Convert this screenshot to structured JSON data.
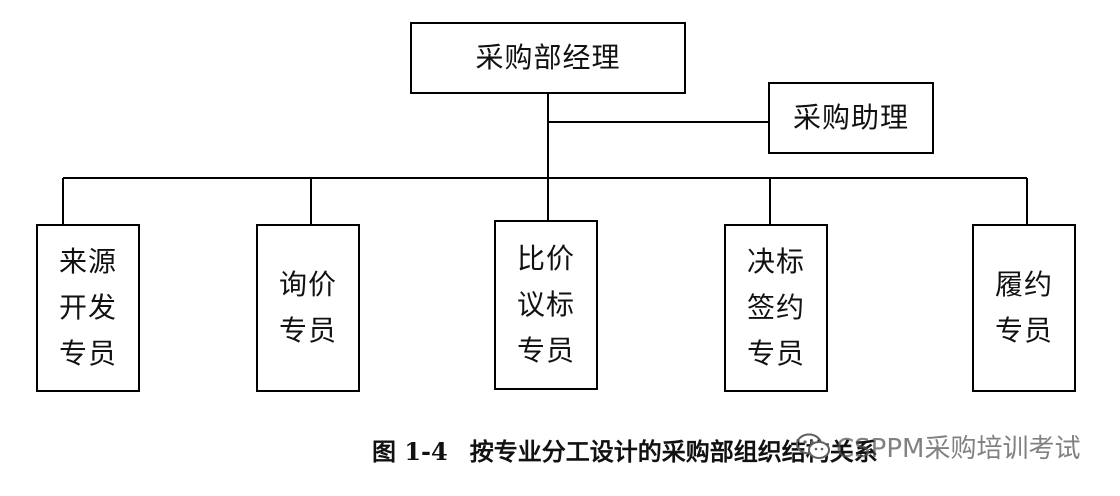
{
  "nodes": {
    "manager": "采购部经理",
    "assistant": "采购助理",
    "sourcing": "来源\n开发\n专员",
    "inquiry": "询价\n专员",
    "compare": "比价\n议标\n专员",
    "award": "决标\n签约\n专员",
    "fulfill": "履约\n专员"
  },
  "caption": {
    "figure_number": "图 1-4",
    "text": "按专业分工设计的采购部组织结构关系"
  },
  "watermark": {
    "icon": "wechat-icon",
    "text": "CSPPM采购培训考试"
  },
  "colors": {
    "line": "#000000",
    "watermark": "#505050"
  }
}
